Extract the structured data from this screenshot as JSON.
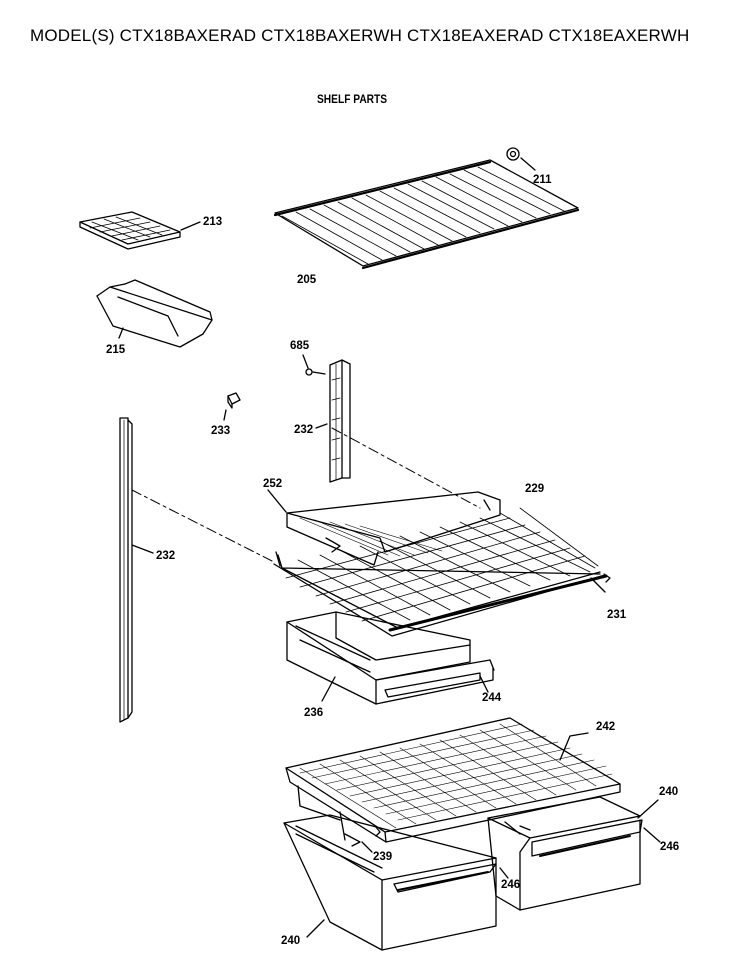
{
  "header": {
    "models": "MODEL(S) CTX18BAXERAD  CTX18BAXERWH  CTX18EAXERAD  CTX18EAXERWH",
    "section": "SHELF PARTS"
  },
  "labels": {
    "p211": "211",
    "p213": "213",
    "p205": "205",
    "p215": "215",
    "p685": "685",
    "p233": "233",
    "p232a": "232",
    "p232b": "232",
    "p252": "252",
    "p229": "229",
    "p231": "231",
    "p244": "244",
    "p236": "236",
    "p242": "242",
    "p240a": "240",
    "p246a": "246",
    "p239": "239",
    "p246b": "246",
    "p240b": "240"
  }
}
